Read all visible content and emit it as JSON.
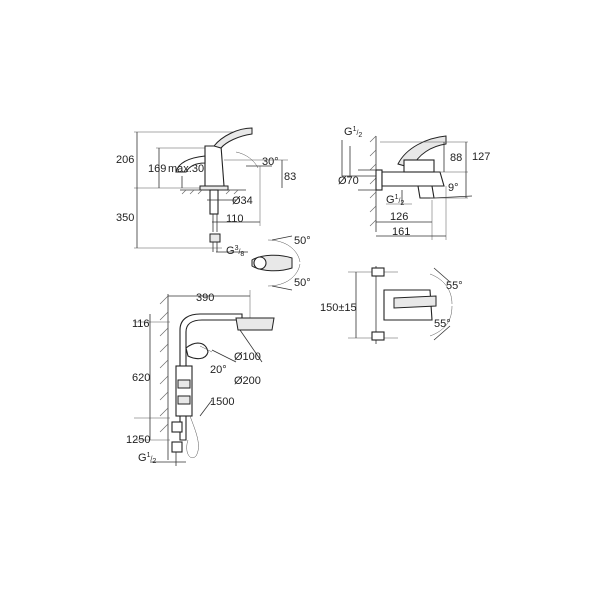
{
  "basin_mixer": {
    "d206": "206",
    "d169": "169",
    "max30": "max.30",
    "d30deg": "30°",
    "d83": "83",
    "d34": "Ø34",
    "d350": "350",
    "d110": "110",
    "g38_main": "G",
    "g38_num": "3",
    "g38_den": "8"
  },
  "bath_mixer": {
    "g12_top_main": "G",
    "g12_top_num": "1",
    "g12_top_den": "2",
    "d70": "Ø70",
    "d88": "88",
    "d127": "127",
    "g12_bot_main": "G",
    "g12_bot_num": "1",
    "g12_bot_den": "2",
    "d9deg": "9°",
    "d126": "126",
    "d161": "161"
  },
  "lever_detail": {
    "d50a": "50°",
    "d50b": "50°"
  },
  "bath_front": {
    "d150": "150±15",
    "d55a": "55°",
    "d55b": "55°"
  },
  "shower_system": {
    "d390": "390",
    "d116": "116",
    "d100": "Ø100",
    "d20deg": "20°",
    "d200": "Ø200",
    "d620": "620",
    "d1500": "1500",
    "d1250": "1250",
    "g12_main": "G",
    "g12_num": "1",
    "g12_den": "2"
  }
}
